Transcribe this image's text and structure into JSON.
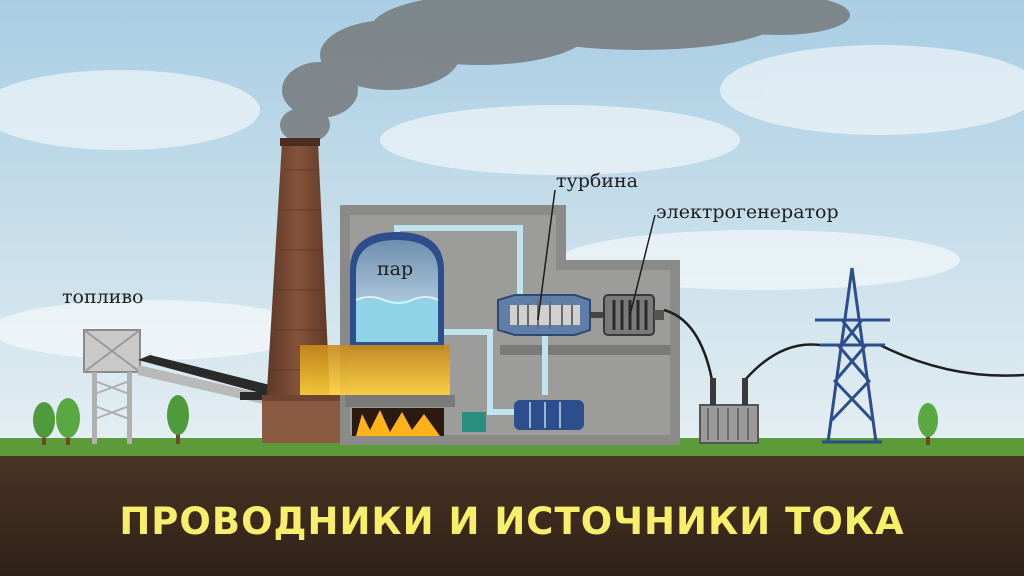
{
  "labels": {
    "fuel": "топливо",
    "steam": "пар",
    "turbine": "турбина",
    "generator": "электрогенератор"
  },
  "title": "ПРОВОДНИКИ И ИСТОЧНИКИ ТОКА",
  "colors": {
    "title": "#f7ef6a",
    "soil": "#3b2a1f",
    "grass": "#5c9a3a",
    "building": "#8a8a88",
    "water": "#8fd3e6",
    "fire": "#f5b417",
    "brick": "#7a4a35"
  }
}
